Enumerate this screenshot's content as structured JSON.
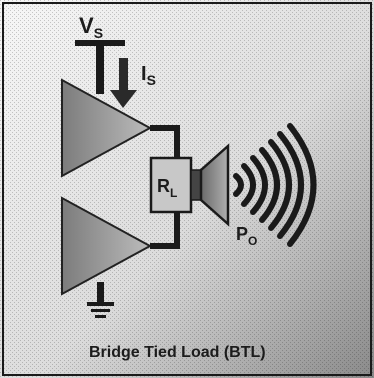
{
  "diagram": {
    "supply_label_main": "V",
    "supply_label_sub": "S",
    "current_label_main": "I",
    "current_label_sub": "S",
    "load_label_main": "R",
    "load_label_sub": "L",
    "output_power_label_main": "P",
    "output_power_label_sub": "O",
    "caption": "Bridge Tied Load (BTL)"
  }
}
